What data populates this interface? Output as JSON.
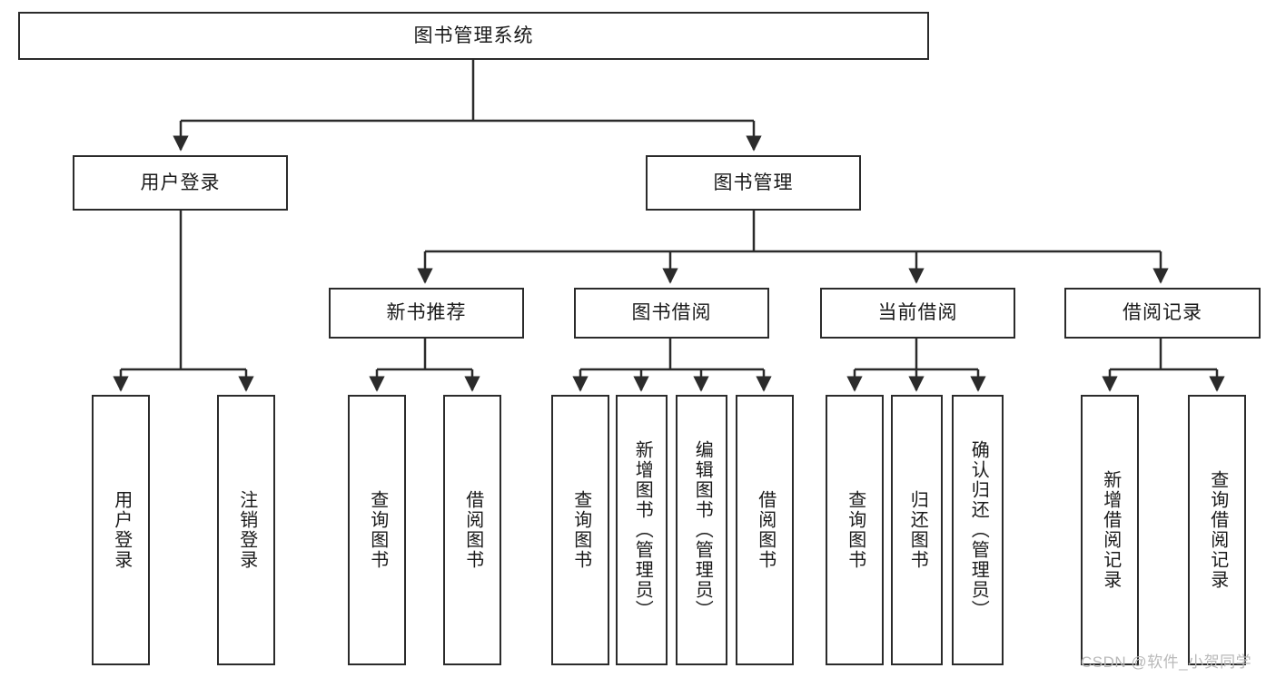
{
  "diagram": {
    "title_node": {
      "label": "图书管理系统"
    },
    "level2": [
      {
        "label": "用户登录"
      },
      {
        "label": "图书管理"
      }
    ],
    "level3": [
      {
        "label": "新书推荐"
      },
      {
        "label": "图书借阅"
      },
      {
        "label": "当前借阅"
      },
      {
        "label": "借阅记录"
      }
    ],
    "leaves": {
      "user_login": [
        {
          "label": "用户登录"
        },
        {
          "label": "注销登录"
        }
      ],
      "new_book_recommend": [
        {
          "label": "查询图书"
        },
        {
          "label": "借阅图书"
        }
      ],
      "book_borrow": [
        {
          "label": "查询图书"
        },
        {
          "label": "新增图书（管理员）"
        },
        {
          "label": "编辑图书（管理员）"
        },
        {
          "label": "借阅图书"
        }
      ],
      "current_borrow": [
        {
          "label": "查询图书"
        },
        {
          "label": "归还图书"
        },
        {
          "label": "确认归还（管理员）"
        }
      ],
      "borrow_record": [
        {
          "label": "新增借阅记录"
        },
        {
          "label": "查询借阅记录"
        }
      ]
    }
  },
  "watermark": {
    "text": "CSDN @软件_小贺同学"
  },
  "colors": {
    "stroke": "#2b2b2b",
    "fill": "#ffffff",
    "text": "#1a1a1a",
    "watermark": "#b9b9b9"
  }
}
